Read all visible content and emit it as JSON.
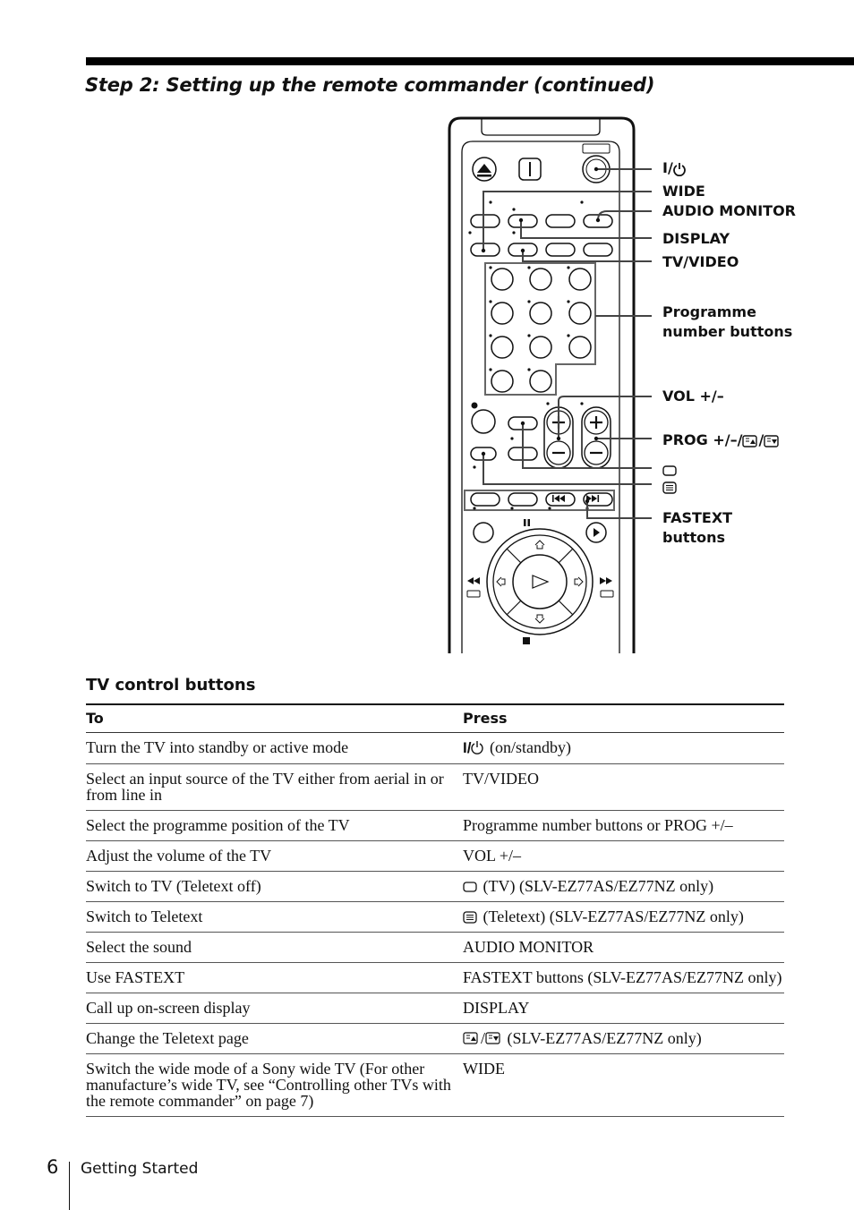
{
  "header": {
    "title": "Step 2: Setting up the remote commander (continued)"
  },
  "callouts": {
    "power": "I/",
    "wide": "WIDE",
    "audio_monitor": "AUDIO MONITOR",
    "display": "DISPLAY",
    "tv_video": "TV/VIDEO",
    "programme_1": "Programme",
    "programme_2": "number buttons",
    "vol": "VOL +/–",
    "prog": "PROG +/–/",
    "fastext_1": "FASTEXT",
    "fastext_2": "buttons"
  },
  "icons": {
    "power": "power-standby-icon",
    "tv": "tv-icon",
    "teletext": "teletext-icon",
    "page_up": "teletext-page-up-icon",
    "page_down": "teletext-page-down-icon"
  },
  "section": {
    "title": "TV control buttons"
  },
  "table": {
    "headers": [
      "To",
      "Press"
    ],
    "rows": [
      {
        "to": "Turn the TV into standby or active mode",
        "press_prefix": "I/",
        "press": " (on/standby)",
        "icon": "power"
      },
      {
        "to": "Select an input source of the TV either from aerial in or from line in",
        "press": "TV/VIDEO"
      },
      {
        "to": "Select the programme position of the TV",
        "press": "Programme number buttons or PROG +/–"
      },
      {
        "to": "Adjust the volume of the TV",
        "press": "VOL +/–"
      },
      {
        "to": "Switch to TV (Teletext off)",
        "press": " (TV) (SLV-EZ77AS/EZ77NZ only)",
        "icon": "tv"
      },
      {
        "to": "Switch to Teletext",
        "press": " (Teletext) (SLV-EZ77AS/EZ77NZ only)",
        "icon": "teletext"
      },
      {
        "to": "Select the sound",
        "press": "AUDIO MONITOR"
      },
      {
        "to": "Use FASTEXT",
        "press": "FASTEXT buttons (SLV-EZ77AS/EZ77NZ only)"
      },
      {
        "to": "Call up on-screen display",
        "press": "DISPLAY"
      },
      {
        "to": "Change the Teletext page",
        "press": " (SLV-EZ77AS/EZ77NZ only)",
        "icon": "pages"
      },
      {
        "to": "Switch the wide mode of a Sony wide TV (For other manufacture’s wide TV, see “Controlling other TVs with the remote commander” on page 7)",
        "press": "WIDE"
      }
    ]
  },
  "footer": {
    "page_number": "6",
    "section": "Getting Started"
  }
}
